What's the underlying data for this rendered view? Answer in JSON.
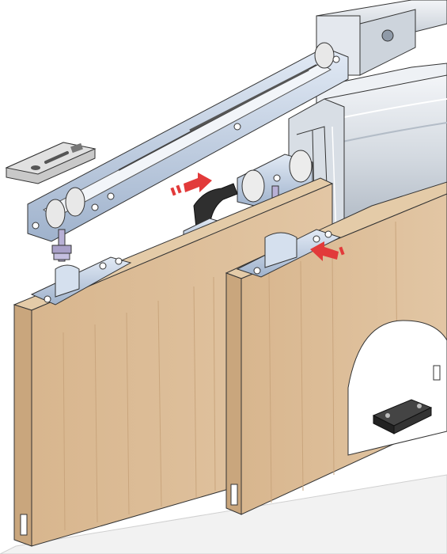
{
  "colors": {
    "background": "#ffffff",
    "wood_face": "#dcbd97",
    "wood_edge": "#c7a47a",
    "wood_grain": "#c9a57d",
    "rail_light": "#e6ebf0",
    "rail_mid": "#c7cfd8",
    "rail_dark": "#9aa5b2",
    "carriage_blue": "#c5d3e6",
    "carriage_blue_dark": "#8ea3c0",
    "bolt_purple": "#a9a0c8",
    "spacer_gray": "#c9c9c9",
    "stopper_black": "#2e2e2e",
    "arrow_red": "#e23a3a",
    "floor": "#f1f1f1",
    "outline": "#333333"
  },
  "icons": {
    "door_1": "sliding-door-panel",
    "door_2": "sliding-door-panel-with-cutout",
    "track": "aluminium-track-profile",
    "carriage_left": "roller-carriage",
    "carriage_right": "roller-carriage",
    "damper": "soft-close-damper",
    "spacer": "spacer-plate",
    "stopper": "black-door-stopper",
    "guide": "floor-guide-block",
    "arrow_left": "direction-arrow",
    "arrow_right": "direction-arrow"
  }
}
